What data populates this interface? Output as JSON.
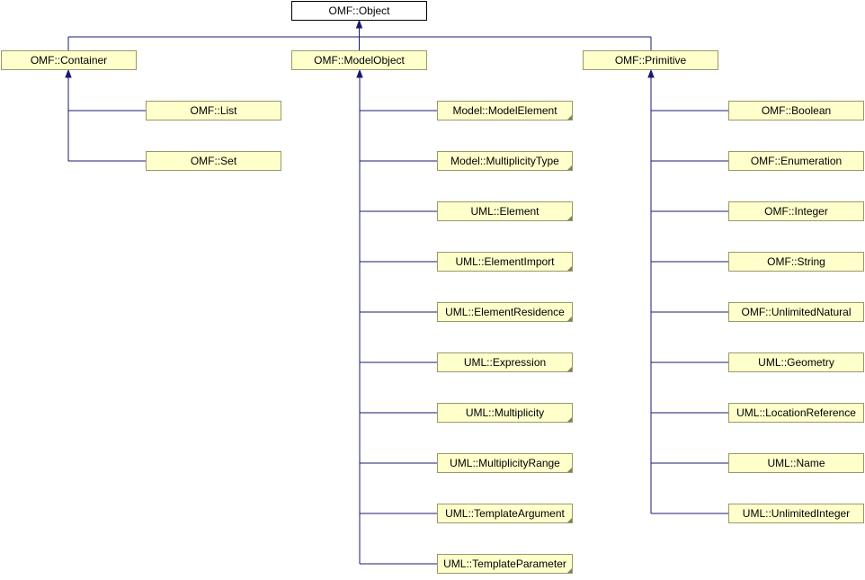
{
  "root": {
    "id": "object",
    "label": "OMF::Object"
  },
  "branches": [
    {
      "id": "container",
      "label": "OMF::Container",
      "children": [
        {
          "id": "list",
          "label": "OMF::List",
          "folded": false
        },
        {
          "id": "set",
          "label": "OMF::Set",
          "folded": false
        }
      ]
    },
    {
      "id": "modelobject",
      "label": "OMF::ModelObject",
      "children": [
        {
          "id": "modelelement",
          "label": "Model::ModelElement",
          "folded": true
        },
        {
          "id": "multiplicitytype",
          "label": "Model::MultiplicityType",
          "folded": true
        },
        {
          "id": "element",
          "label": "UML::Element",
          "folded": true
        },
        {
          "id": "elementimport",
          "label": "UML::ElementImport",
          "folded": true
        },
        {
          "id": "elementresidence",
          "label": "UML::ElementResidence",
          "folded": true
        },
        {
          "id": "expression",
          "label": "UML::Expression",
          "folded": true
        },
        {
          "id": "multiplicity",
          "label": "UML::Multiplicity",
          "folded": true
        },
        {
          "id": "multiplicityrange",
          "label": "UML::MultiplicityRange",
          "folded": true
        },
        {
          "id": "templateargument",
          "label": "UML::TemplateArgument",
          "folded": true
        },
        {
          "id": "templateparameter",
          "label": "UML::TemplateParameter",
          "folded": true
        }
      ]
    },
    {
      "id": "primitive",
      "label": "OMF::Primitive",
      "children": [
        {
          "id": "boolean",
          "label": "OMF::Boolean",
          "folded": false
        },
        {
          "id": "enumeration",
          "label": "OMF::Enumeration",
          "folded": false
        },
        {
          "id": "integer",
          "label": "OMF::Integer",
          "folded": false
        },
        {
          "id": "string",
          "label": "OMF::String",
          "folded": false
        },
        {
          "id": "unlimitednatural",
          "label": "OMF::UnlimitedNatural",
          "folded": false
        },
        {
          "id": "geometry",
          "label": "UML::Geometry",
          "folded": false
        },
        {
          "id": "locationreference",
          "label": "UML::LocationReference",
          "folded": false
        },
        {
          "id": "name",
          "label": "UML::Name",
          "folded": false
        },
        {
          "id": "unlimitedinteger",
          "label": "UML::UnlimitedInteger",
          "folded": false
        }
      ]
    }
  ]
}
